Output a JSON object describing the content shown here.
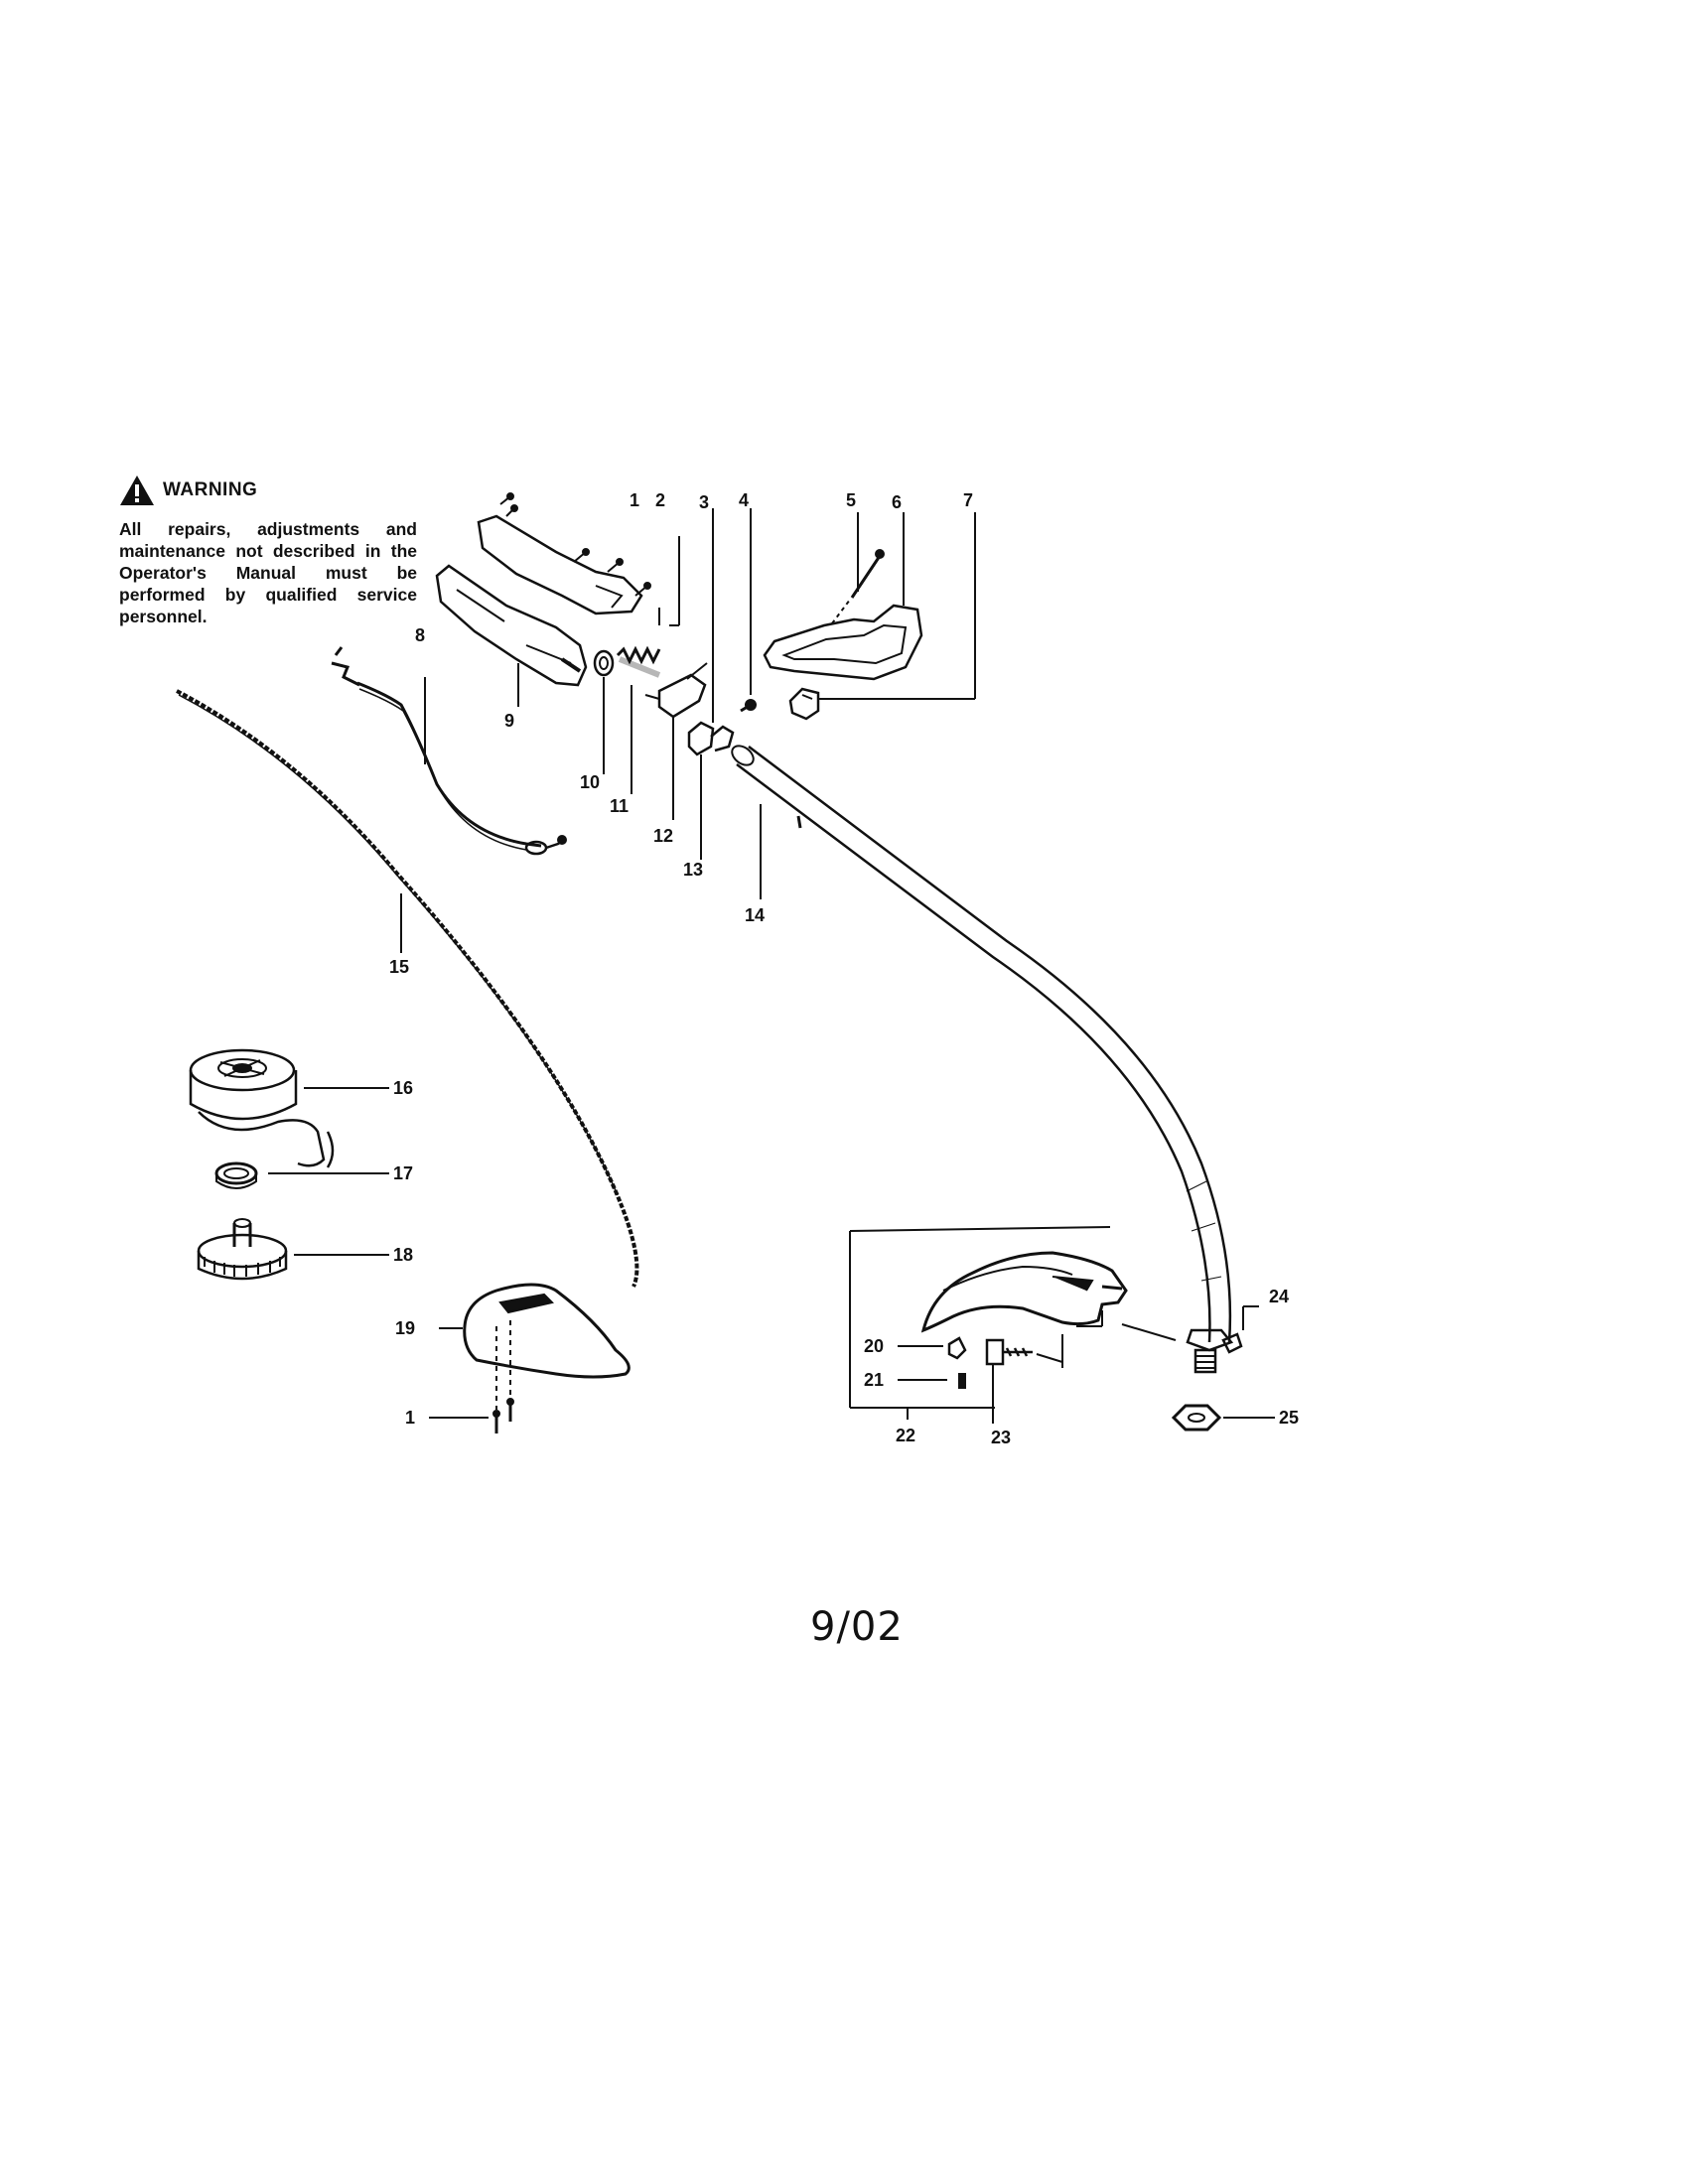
{
  "warning": {
    "title": "WARNING",
    "text": "All repairs, adjustments and maintenance not described in the Operator's Manual must be performed by qualified service personnel."
  },
  "callouts": [
    "1",
    "2",
    "3",
    "4",
    "5",
    "6",
    "7",
    "8",
    "9",
    "10",
    "11",
    "12",
    "13",
    "14",
    "15",
    "16",
    "17",
    "18",
    "19",
    "1",
    "20",
    "21",
    "22",
    "23",
    "24",
    "25"
  ],
  "page_date": "9/02",
  "colors": {
    "ink": "#111111",
    "background": "#ffffff"
  }
}
